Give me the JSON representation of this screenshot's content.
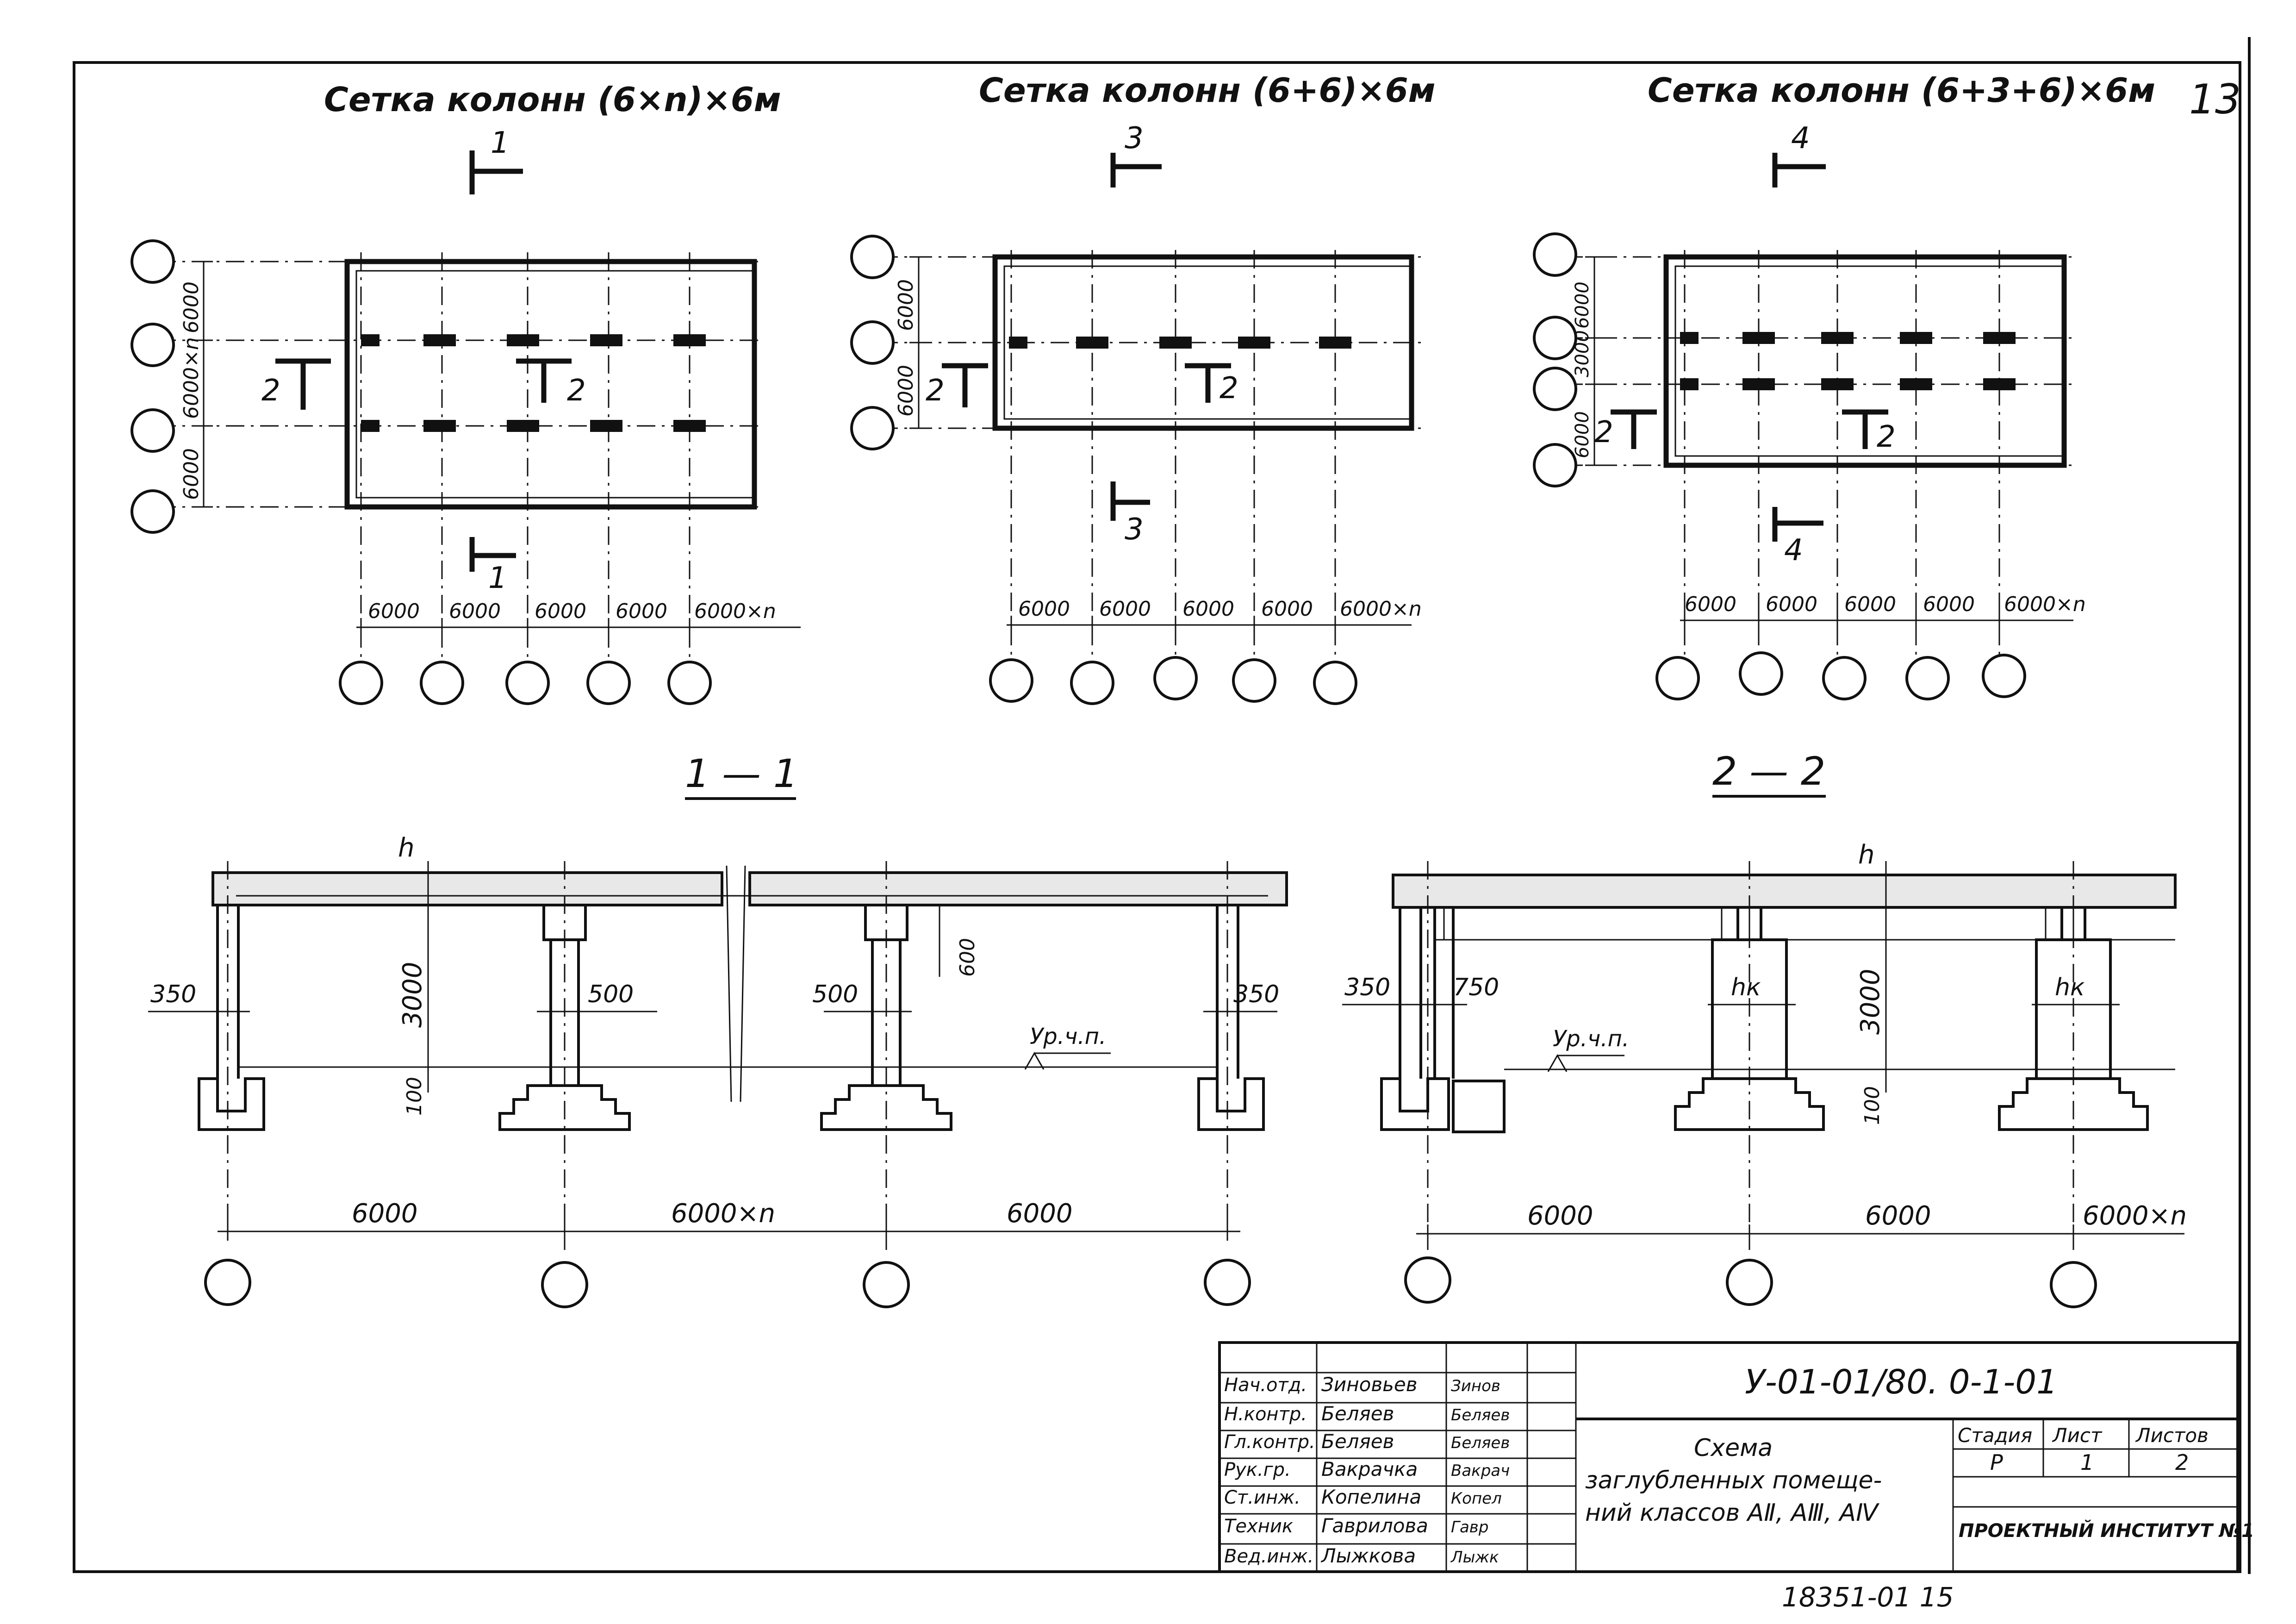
{
  "sheet_number": "13",
  "archive_number": "18351-01 15",
  "plans": [
    {
      "title": "Сетка колонн (6×n)×6м",
      "sec_top": "1",
      "sec_bottom": "1",
      "sec_left": "2",
      "sec_right": "2",
      "v_dims": [
        "6000",
        "6000×n",
        "6000"
      ],
      "h_dims": [
        "6000",
        "6000",
        "6000",
        "6000",
        "6000×n"
      ]
    },
    {
      "title": "Сетка колонн (6+6)×6м",
      "sec_top": "3",
      "sec_bottom": "3",
      "sec_left": "2",
      "sec_right": "2",
      "v_dims": [
        "6000",
        "6000"
      ],
      "h_dims": [
        "6000",
        "6000",
        "6000",
        "6000",
        "6000×n"
      ]
    },
    {
      "title": "Сетка колонн (6+3+6)×6м",
      "sec_top": "4",
      "sec_bottom": "4",
      "sec_left": "2",
      "sec_right": "2",
      "v_dims": [
        "6000",
        "3000",
        "6000"
      ],
      "h_dims": [
        "6000",
        "6000",
        "6000",
        "6000",
        "6000×n"
      ]
    }
  ],
  "sections": [
    {
      "title": "1 — 1",
      "h_label": "h",
      "height_dim": "3000",
      "base_dim": "100",
      "beam_dim": "600",
      "wall_dims": [
        "350",
        "500",
        "500",
        "350"
      ],
      "level_label": "Ур.ч.п.",
      "span_dims": [
        "6000",
        "6000×n",
        "6000"
      ]
    },
    {
      "title": "2 — 2",
      "h_label": "h",
      "height_dim": "3000",
      "base_dim": "100",
      "wall_dims": [
        "350",
        "750"
      ],
      "col_label": "hк",
      "level_label": "Ур.ч.п.",
      "span_dims": [
        "6000",
        "6000",
        "6000×n"
      ]
    }
  ],
  "title_block": {
    "code": "У-01-01/80. 0-1-01",
    "description_lines": [
      "Схема",
      "заглубленных помеще-",
      "ний классов АⅡ, АⅢ, АⅣ"
    ],
    "stage_header": "Стадия",
    "sheet_header": "Лист",
    "sheets_header": "Листов",
    "stage": "Р",
    "sheet": "1",
    "sheets": "2",
    "organization": "ПРОЕКТНЫЙ ИНСТИТУТ №1",
    "staff": [
      {
        "role": "Нач.отд.",
        "name": "Зиновьев",
        "sign": "Зинов"
      },
      {
        "role": "Н.контр.",
        "name": "Беляев",
        "sign": "Беляев"
      },
      {
        "role": "Гл.контр.",
        "name": "Беляев",
        "sign": "Беляев"
      },
      {
        "role": "Рук.гр.",
        "name": "Вакрачка",
        "sign": "Вакрач"
      },
      {
        "role": "Ст.инж.",
        "name": "Копелина",
        "sign": "Копел"
      },
      {
        "role": "Техник",
        "name": "Гаврилова",
        "sign": "Гавр"
      },
      {
        "role": "Вед.инж.",
        "name": "Лыжкова",
        "sign": "Лыжк"
      }
    ]
  }
}
